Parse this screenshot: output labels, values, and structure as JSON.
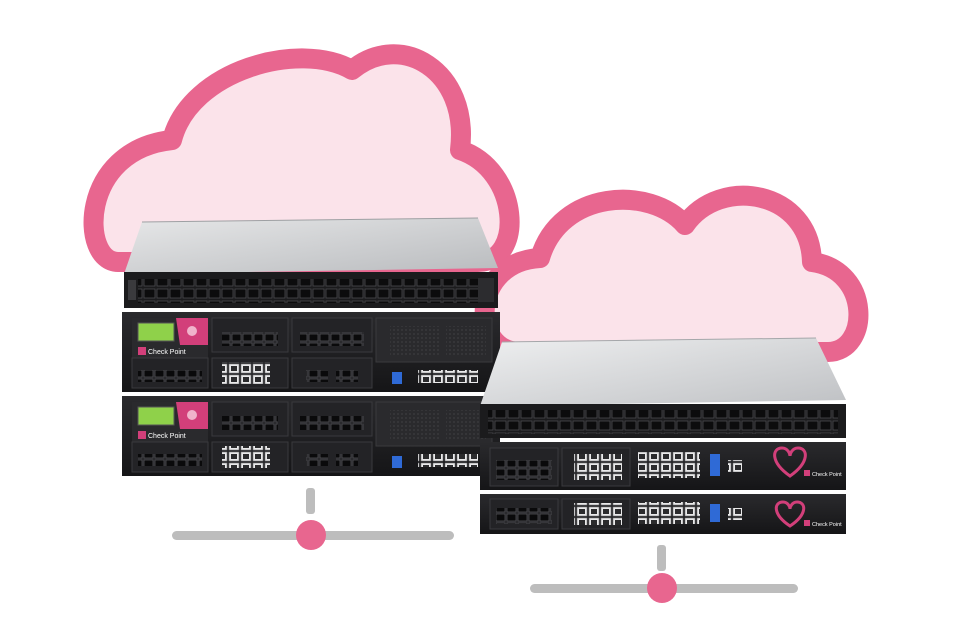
{
  "scene": {
    "description_name": "check-point-hardware-in-clouds",
    "colors": {
      "cloud_outline": "#e8668f",
      "cloud_fill": "#fbe3ea",
      "connector_grey": "#bdbdbd",
      "connector_dot": "#e8668f",
      "chassis_black": "#1d1d1f",
      "chassis_top": "#cfd1d3",
      "lcd_green": "#8fd14a",
      "brand_magenta": "#d23f7a"
    }
  },
  "left_stack": {
    "brand_upper": "Check Point",
    "brand_lower": "Check Point"
  },
  "right_stack": {
    "brand_upper": "Check Point",
    "brand_lower": "Check Point"
  }
}
